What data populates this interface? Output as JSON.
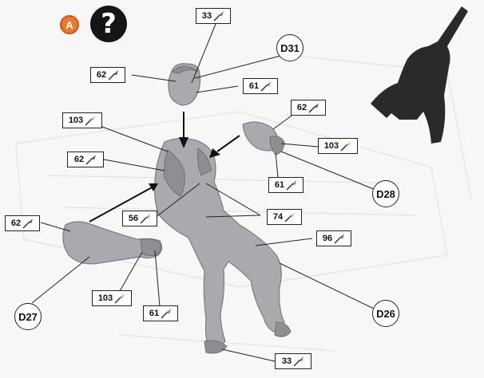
{
  "step": {
    "label": "A"
  },
  "help": {
    "glyph": "?"
  },
  "paints": [
    {
      "id": "33",
      "color": "#8a5a3c"
    },
    {
      "id": "62",
      "color": "#7a2a22"
    },
    {
      "id": "61",
      "color": "#d24a2f"
    },
    {
      "id": "62",
      "color": "#7a2a22"
    },
    {
      "id": "103",
      "color": "#d9b46a"
    },
    {
      "id": "103",
      "color": "#d9b46a"
    },
    {
      "id": "62",
      "color": "#7a2a22"
    },
    {
      "id": "61",
      "color": "#d24a2f"
    },
    {
      "id": "56",
      "color": "#8f8d86"
    },
    {
      "id": "74",
      "color": "#d4b77a"
    },
    {
      "id": "62",
      "color": "#7a2a22"
    },
    {
      "id": "96",
      "color": "#2f5aa8"
    },
    {
      "id": "103",
      "color": "#d9b46a"
    },
    {
      "id": "61",
      "color": "#d24a2f"
    },
    {
      "id": "33",
      "color": "#8a5a3c"
    }
  ],
  "callouts": [
    "D31",
    "D28",
    "D27",
    "D26"
  ]
}
